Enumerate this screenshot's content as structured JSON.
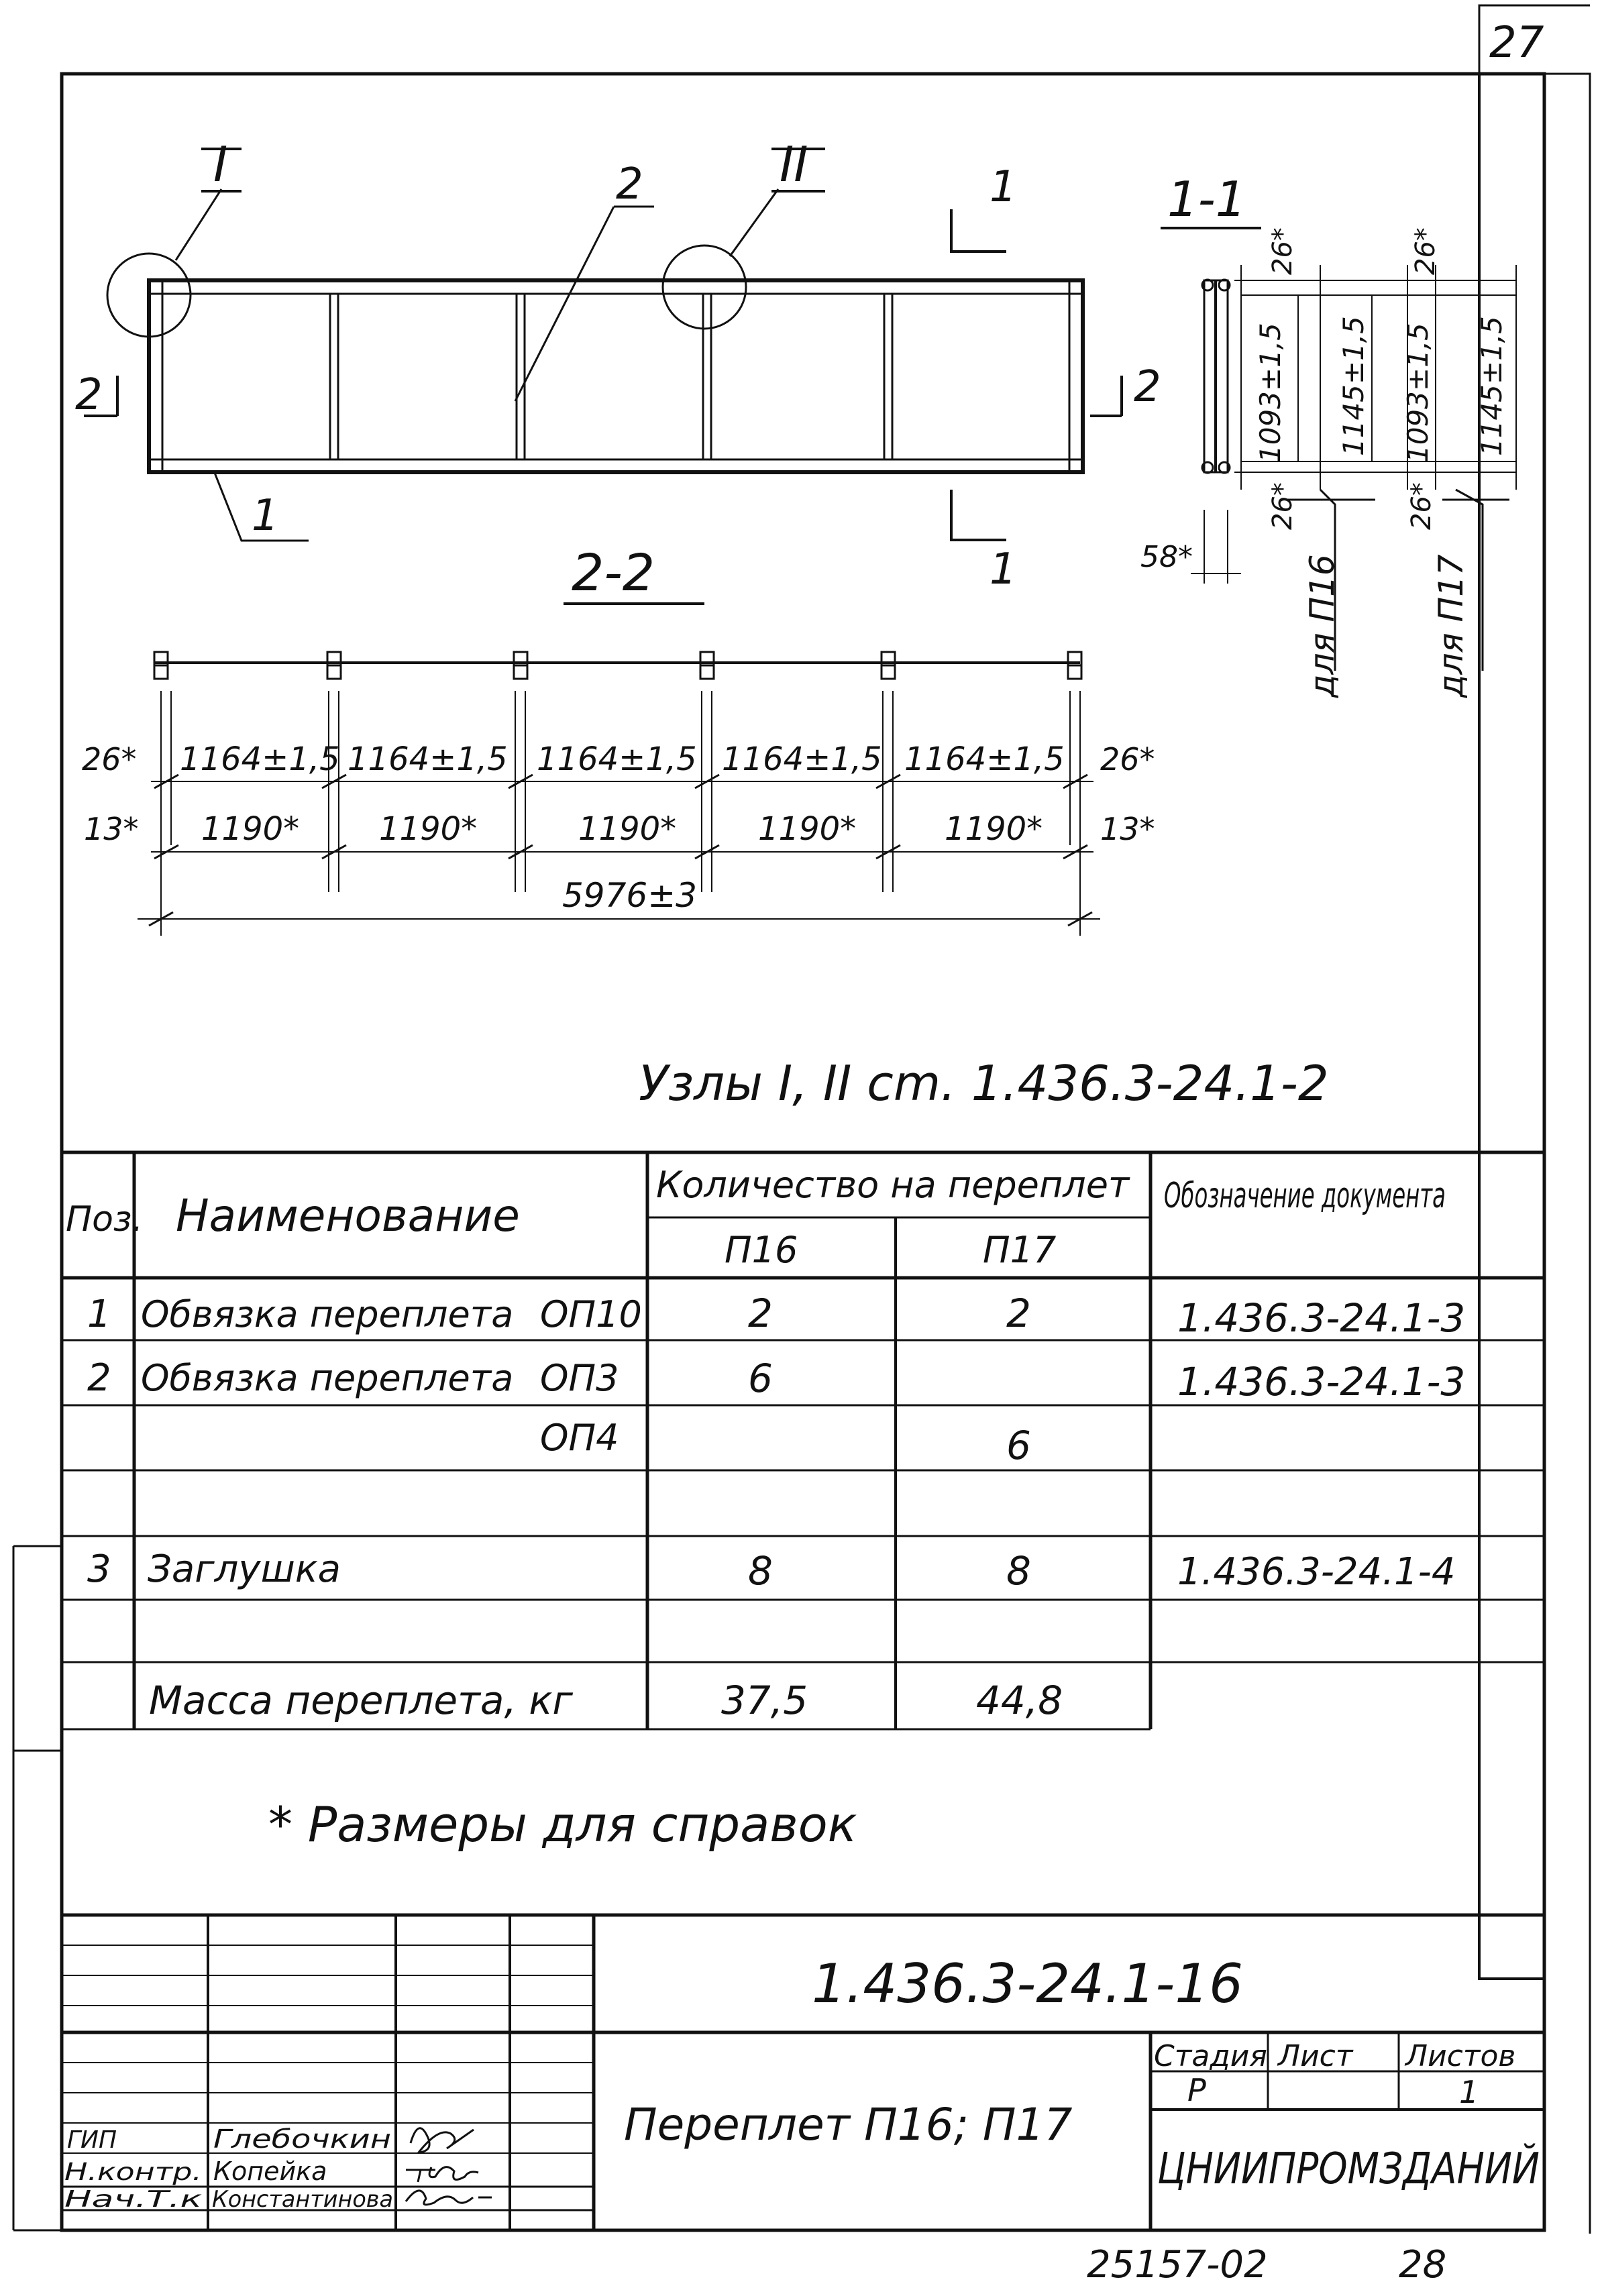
{
  "sheet_number_top": "27",
  "drawing": {
    "node_labels": {
      "node1": "I",
      "node2": "II"
    },
    "leaders": {
      "pos2": "2",
      "pos1": "1"
    },
    "cut_marks": {
      "c1_top": "1",
      "c1_bottom": "1",
      "c2_left": "2",
      "c2_right": "2"
    },
    "section_22_title": "2-2",
    "section_22_dims": {
      "row1": {
        "left": "26*",
        "spans": [
          "1164±1,5",
          "1164±1,5",
          "1164±1,5",
          "1164±1,5",
          "1164±1,5"
        ],
        "right": "26*"
      },
      "row2": {
        "left": "13*",
        "spans": [
          "1190*",
          "1190*",
          "1190*",
          "1190*",
          "1190*"
        ],
        "right": "13*"
      },
      "total": "5976±3"
    },
    "section_11_title": "1-1",
    "section_11_dims": {
      "top_a": "26*",
      "top_b": "26*",
      "bot_a": "26*",
      "bot_b": "26*",
      "left_width": "58*",
      "v1": "1093±1,5",
      "v2": "1145±1,5",
      "v3": "1093±1,5",
      "v4": "1145±1,5",
      "for_p16": "для П16",
      "for_p17": "для П17"
    },
    "nodes_note": "Узлы I, II cm. 1.436.3-24.1-2"
  },
  "spec_table": {
    "headers": {
      "pos": "Поз.",
      "name": "Наименование",
      "qty": "Количество на переплет",
      "p16": "П16",
      "p17": "П17",
      "doc": "Обозначение документа"
    },
    "rows": [
      {
        "pos": "1",
        "name": "Обвязка переплета",
        "mark": "ОП10",
        "p16": "2",
        "p17": "2",
        "doc": "1.436.3-24.1-3"
      },
      {
        "pos": "2",
        "name": "Обвязка переплета",
        "mark": "ОП3",
        "p16": "6",
        "p17": "",
        "doc": "1.436.3-24.1-3"
      },
      {
        "pos": "",
        "name": "",
        "mark": "ОП4",
        "p16": "",
        "p17": "6",
        "doc": ""
      },
      {
        "pos": "",
        "name": "",
        "mark": "",
        "p16": "",
        "p17": "",
        "doc": ""
      },
      {
        "pos": "3",
        "name": "Заглушка",
        "mark": "",
        "p16": "8",
        "p17": "8",
        "doc": "1.436.3-24.1-4"
      },
      {
        "pos": "",
        "name": "",
        "mark": "",
        "p16": "",
        "p17": "",
        "doc": ""
      }
    ],
    "mass": {
      "label": "Масса переплета, кг",
      "p16": "37,5",
      "p17": "44,8"
    }
  },
  "footnote": "* Размеры для справок",
  "title_block": {
    "code": "1.436.3-24.1-16",
    "title": "Переплет П16; П17",
    "stage_hdr": "Стадия",
    "sheet_hdr": "Лист",
    "sheets_hdr": "Листов",
    "stage_val": "Р",
    "sheet_val": "",
    "sheets_val": "1",
    "org": "ЦНИИПРОМЗДАНИЙ",
    "signers": [
      {
        "role": "ГИП",
        "name": "Глебочкин"
      },
      {
        "role": "Н.контр.",
        "name": "Копейка"
      },
      {
        "role": "Нач.Т.к",
        "name": "Константинова"
      }
    ]
  },
  "bottom_code": "25157-02",
  "bottom_page": "28"
}
